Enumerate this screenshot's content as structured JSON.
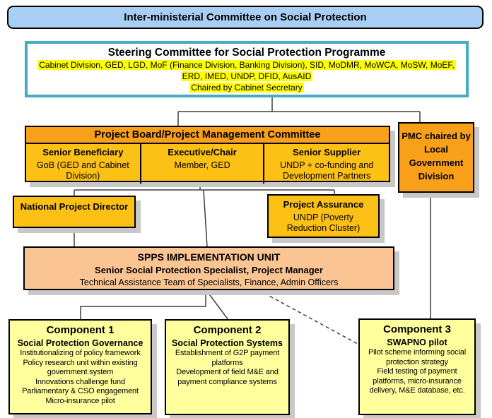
{
  "diagram": {
    "top_box": {
      "title": "Inter-ministerial Committee on Social Protection"
    },
    "steering": {
      "title": "Steering Committee for Social Protection Programme",
      "members": [
        "Cabinet Division, GED, LGD, MoF (Finance Division, Banking Division), SID, MoDMR, MoWCA, MoSW, MoEF,",
        "ERD, IMED, UNDP, DFID, AusAID"
      ],
      "chair": "Chaired by Cabinet Secretary"
    },
    "project_board": {
      "title": "Project Board/Project Management Committee",
      "columns": [
        {
          "header": "Senior Beneficiary",
          "body": "GoB (GED and Cabinet Division)"
        },
        {
          "header": "Executive/Chair",
          "body": "Member, GED"
        },
        {
          "header": "Senior Supplier",
          "body": "UNDP + co-funding and Development Partners"
        }
      ]
    },
    "pmc": {
      "label": "PMC chaired by Local Government Division"
    },
    "npd": {
      "label": "National Project Director"
    },
    "assurance": {
      "title": "Project Assurance",
      "body": "UNDP (Poverty Reduction Cluster)"
    },
    "spps": {
      "title": "SPPS IMPLEMENTATION UNIT",
      "subtitle": "Senior Social Protection Specialist, Project Manager",
      "body": "Technical Assistance Team of Specialists, Finance, Admin Officers"
    },
    "components": [
      {
        "title": "Component 1",
        "subtitle": "Social Protection Governance",
        "lines": [
          "Institutionalizing of policy framework",
          "Policy research unit within existing government system",
          "Innovations challenge fund",
          "Parliamentary & CSO engagement",
          "Micro-insurance pilot"
        ]
      },
      {
        "title": "Component 2",
        "subtitle": "Social Protection Systems",
        "lines": [
          "Establishment of G2P payment platforms",
          "Development of field M&E and payment compliance systems"
        ]
      },
      {
        "title": "Component 3",
        "subtitle": "SWAPNO pilot",
        "lines": [
          "Pilot scheme informing social protection strategy",
          "Field testing of payment platforms, micro-insurance delivery, M&E database, etc."
        ]
      }
    ],
    "colors": {
      "banner_blue": "#A9CEF4",
      "steering_border_teal": "#45ACC4",
      "highlight_yellow": "#FFFF00",
      "orange": "#F9A01B",
      "gold": "#FDC116",
      "peach": "#FAC493",
      "pale_yellow": "#FFFF9E",
      "shadow_gray": "#C8C8C8",
      "connector_gray": "#3F3F3F"
    }
  }
}
